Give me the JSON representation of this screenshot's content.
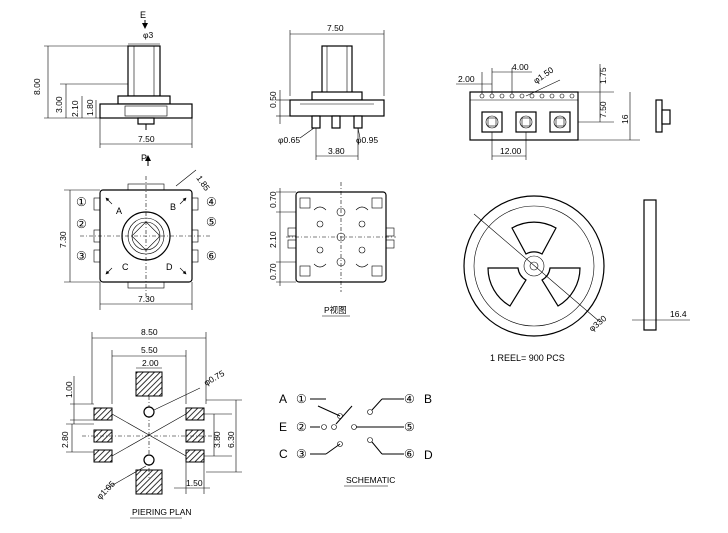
{
  "top_view": {
    "pin_label_e": "E",
    "shaft_dia": "φ3",
    "height_total": "8.00",
    "height_body": "3.00",
    "height_base": "2.10",
    "height_small": "1.80",
    "width": "7.50",
    "pin_label_p": "P"
  },
  "front_view": {
    "width": "7.50",
    "height": "0.50",
    "dia_a": "φ0.65",
    "pitch": "3.80",
    "dia_b": "φ0.95"
  },
  "tape": {
    "d1": "2.00",
    "d2": "4.00",
    "hole": "φ1.50",
    "d3": "1.75",
    "d4": "7.50",
    "width": "16",
    "pitch": "12.00"
  },
  "plan_view": {
    "height": "7.30",
    "width": "7.30",
    "diag": "1.85",
    "pins_left": [
      "①",
      "②",
      "③"
    ],
    "pins_right": [
      "④",
      "⑤",
      "⑥"
    ],
    "dirs": [
      "A",
      "B",
      "C",
      "D"
    ]
  },
  "p_view": {
    "d1": "0.70",
    "d2": "2.10",
    "d3": "0.70",
    "caption": "P视图"
  },
  "reel": {
    "dia": "φ330",
    "thick": "16.4",
    "caption": "1 REEL= 900 PCS"
  },
  "pcb": {
    "w_outer": "8.50",
    "w_mid": "5.50",
    "w_inner": "2.00",
    "hole": "φ0.75",
    "d_left1": "1.00",
    "d_left2": "2.80",
    "h_right1": "3.80",
    "h_right2": "6.30",
    "hole2": "φ1.05",
    "d_bottom": "1.50",
    "caption": "PIERING PLAN"
  },
  "schematic": {
    "rows": [
      {
        "left": "A",
        "pin_l": "①",
        "pin_r": "④",
        "right": "B"
      },
      {
        "left": "E",
        "pin_l": "②",
        "pin_r": "⑤",
        "right": ""
      },
      {
        "left": "C",
        "pin_l": "③",
        "pin_r": "⑥",
        "right": "D"
      }
    ],
    "caption": "SCHEMATIC"
  }
}
